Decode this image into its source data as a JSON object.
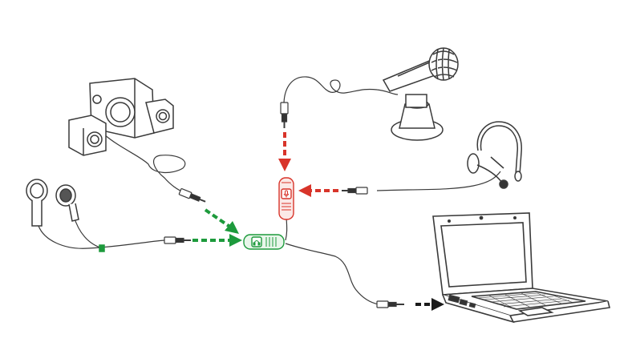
{
  "colors": {
    "line": "#3a3a3a",
    "speaker_fill": "#ffffff",
    "green": "#1d9a3c",
    "red": "#d8342a",
    "black": "#1a1a1a",
    "green_adapter_fill": "#e8f6ea",
    "red_adapter_fill": "#fbe9e7"
  },
  "devices": [
    {
      "id": "speakers",
      "icon": "speaker-system-icon"
    },
    {
      "id": "earphones",
      "icon": "earphones-icon"
    },
    {
      "id": "desk_microphone",
      "icon": "desk-microphone-icon"
    },
    {
      "id": "headset_microphone",
      "icon": "headset-microphone-icon"
    },
    {
      "id": "laptop",
      "icon": "laptop-icon"
    }
  ],
  "adapters": [
    {
      "id": "audio_out_adapter",
      "icon": "headphone-symbol-icon",
      "color": "green"
    },
    {
      "id": "mic_in_adapter",
      "icon": "microphone-symbol-icon",
      "color": "red"
    }
  ],
  "arrows": [
    {
      "from": "speakers",
      "to": "audio_out_adapter",
      "color": "green"
    },
    {
      "from": "earphones",
      "to": "audio_out_adapter",
      "color": "green"
    },
    {
      "from": "desk_microphone",
      "to": "mic_in_adapter",
      "color": "red"
    },
    {
      "from": "headset_microphone",
      "to": "mic_in_adapter",
      "color": "red"
    },
    {
      "from": "splitter_plug",
      "to": "laptop",
      "color": "black"
    }
  ]
}
